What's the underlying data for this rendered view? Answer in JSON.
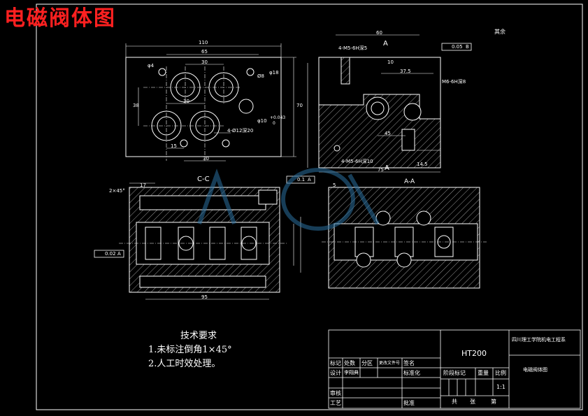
{
  "title": "电磁阀体图",
  "topright_note": "其余",
  "views": {
    "section_cc": "C-C",
    "section_aa": "A-A"
  },
  "dims": {
    "d110": "110",
    "d65": "65",
    "d30_top": "30",
    "phi4": "φ4",
    "phi8": "Ø8",
    "phi18": "φ18",
    "d30_mid": "30",
    "d38": "38",
    "d70": "70",
    "phi10": "φ10",
    "tol": "+0.043",
    "tol0": "0",
    "holes": "4-Ø12深20",
    "d15": "15",
    "d30_bot": "30",
    "d60": "60",
    "m5_top": "4-M5-6H深5",
    "label_a_top": "A",
    "d10": "10",
    "d37_5": "37.5",
    "m6": "M6-6H深8",
    "d45": "45",
    "m5_bot": "4-M5-6H深10",
    "d14_5": "14.5",
    "d75": "75",
    "label_a_bot": "A",
    "tol_top": "0.05",
    "tol_top_ref": "B",
    "d17": "17",
    "chamfer": "2×45°",
    "tol_cc": "0.1",
    "tol_cc_ref": "A",
    "d95": "95",
    "tol_left": "0.02",
    "tol_left_ref": "A",
    "d5": "5"
  },
  "tech": {
    "heading": "技术要求",
    "item1": "1.未标注倒角1×45°",
    "item2": "2.人工时效处理。"
  },
  "titleblock": {
    "material": "HT200",
    "school": "四川理工学院机电工程系",
    "drawing_name": "电磁阀体图",
    "biaoji": "标记",
    "chushu": "处数",
    "fenqu": "分区",
    "gengai": "更改文件号",
    "qianming": "签名",
    "sheji": "设计",
    "shejiren": "李翔典",
    "biaozhun": "标准化",
    "jieduan": "阶段标记",
    "zhongliang": "重量",
    "bili": "比例",
    "scale": "1:1",
    "shenhe": "审核",
    "gongyi": "工艺",
    "pizhun": "批准",
    "gong": "共",
    "zhang": "张",
    "di": "第"
  }
}
